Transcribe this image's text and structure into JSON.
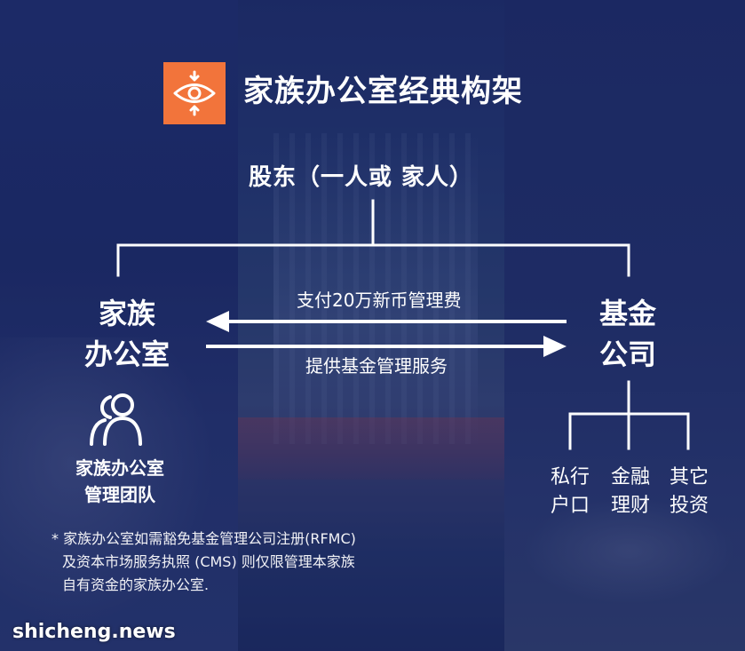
{
  "title": "家族办公室经典构架",
  "shareholder": "股东（一人或 家人）",
  "family_office": [
    "家族",
    "办公室"
  ],
  "fund_company": [
    "基金",
    "公司"
  ],
  "arrow_top_label": "支付20万新币管理费",
  "arrow_bottom_label": "提供基金管理服务",
  "team_label": [
    "家族办公室",
    "管理团队"
  ],
  "branches": [
    [
      "私行",
      "户口"
    ],
    [
      "金融",
      "理财"
    ],
    [
      "其它",
      "投资"
    ]
  ],
  "footnote": [
    "* 家族办公室如需豁免基金管理公司注册(RFMC)",
    "及资本市场服务执照 (CMS) 则仅限管理本家族",
    "自有资金的家族办公室."
  ],
  "watermark": "shicheng.news",
  "colors": {
    "background": "#1b2a63",
    "logo_orange": "#f2743b",
    "line_white": "#ffffff"
  },
  "icons": {
    "logo": "eye-icon",
    "team": "team-icon"
  }
}
